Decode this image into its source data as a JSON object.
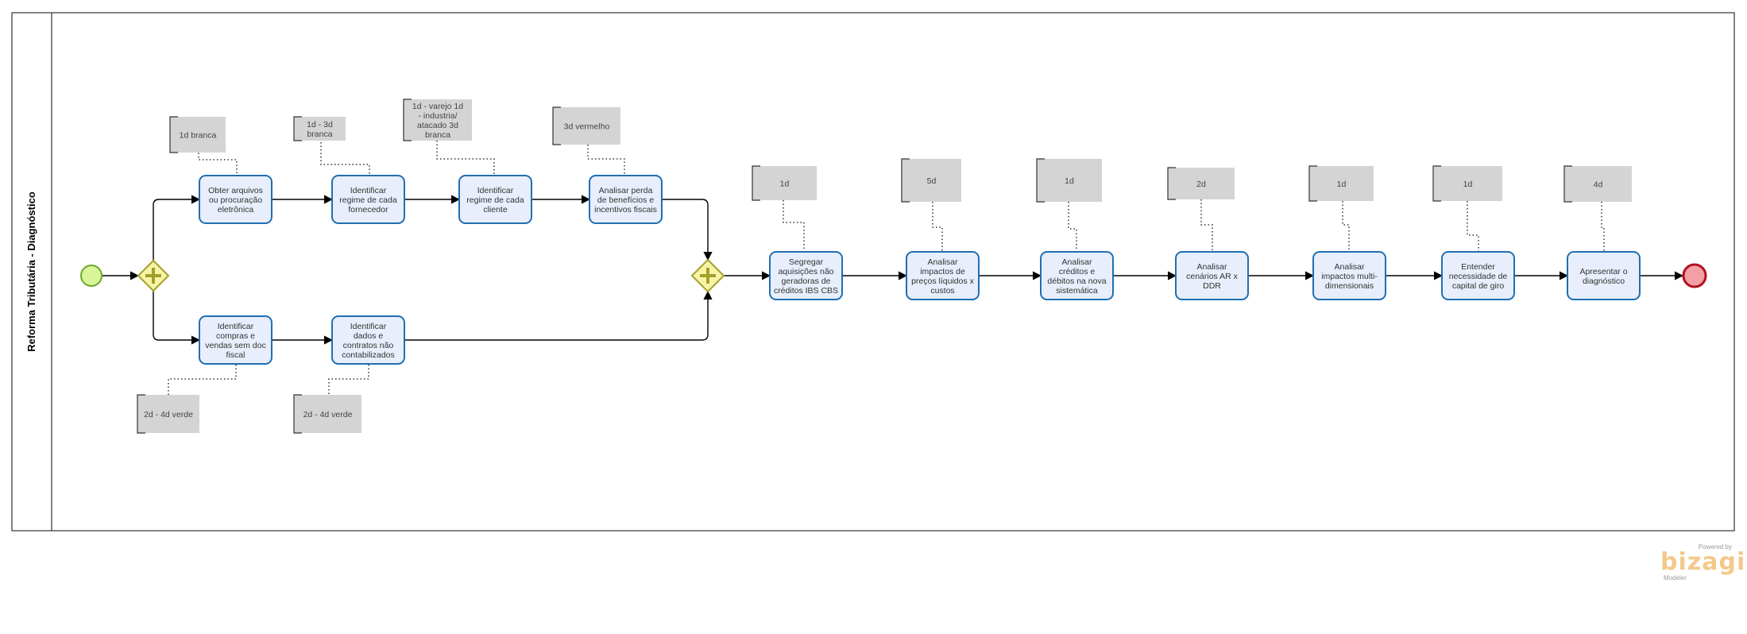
{
  "pool": {
    "label": "Reforma Tributária - Diagnóstico"
  },
  "tasks": [
    {
      "id": "t1",
      "label": [
        "Obter arquivos",
        "ou procuração",
        "eletrônica"
      ]
    },
    {
      "id": "t2",
      "label": [
        "Identificar",
        "regime de cada",
        "fornecedor"
      ]
    },
    {
      "id": "t3",
      "label": [
        "Identificar",
        "regime de cada",
        "cliente"
      ]
    },
    {
      "id": "t4",
      "label": [
        "Analisar perda",
        "de benefícios e",
        "incentivos fiscais"
      ]
    },
    {
      "id": "t5",
      "label": [
        "Identificar",
        "compras e",
        "vendas sem doc",
        "fiscal"
      ]
    },
    {
      "id": "t6",
      "label": [
        "Identificar",
        "dados e",
        "contratos não",
        "contabilizados"
      ]
    },
    {
      "id": "t7",
      "label": [
        "Segregar",
        "aquisições não",
        "geradoras de",
        "créditos IBS CBS"
      ]
    },
    {
      "id": "t8",
      "label": [
        "Analisar",
        "impactos de",
        "preços líquidos x",
        "custos"
      ]
    },
    {
      "id": "t9",
      "label": [
        "Analisar",
        "créditos e",
        "débitos na nova",
        "sistemática"
      ]
    },
    {
      "id": "t10",
      "label": [
        "Analisar",
        "cenários AR x",
        "DDR"
      ]
    },
    {
      "id": "t11",
      "label": [
        "Analisar",
        "impactos multi-",
        "dimensionais"
      ]
    },
    {
      "id": "t12",
      "label": [
        "Entender",
        "necessidade de",
        "capital de giro"
      ]
    },
    {
      "id": "t13",
      "label": [
        "Apresentar o",
        "diagnóstico"
      ]
    }
  ],
  "annotations": [
    {
      "id": "a1",
      "label": [
        "1d branca"
      ]
    },
    {
      "id": "a2",
      "label": [
        "1d - 3d",
        "branca"
      ]
    },
    {
      "id": "a3",
      "label": [
        "1d - varejo 1d",
        "- industria/",
        "atacado 3d",
        "branca"
      ]
    },
    {
      "id": "a4",
      "label": [
        "3d vermelho"
      ]
    },
    {
      "id": "a5",
      "label": [
        "2d - 4d verde"
      ]
    },
    {
      "id": "a6",
      "label": [
        "2d - 4d verde"
      ]
    },
    {
      "id": "a7",
      "label": [
        "1d"
      ]
    },
    {
      "id": "a8",
      "label": [
        "5d"
      ]
    },
    {
      "id": "a9",
      "label": [
        "1d"
      ]
    },
    {
      "id": "a10",
      "label": [
        "2d"
      ]
    },
    {
      "id": "a11",
      "label": [
        "1d"
      ]
    },
    {
      "id": "a12",
      "label": [
        "1d"
      ]
    },
    {
      "id": "a13",
      "label": [
        "4d"
      ]
    }
  ],
  "events": {
    "start": "start-event",
    "end": "end-event"
  },
  "gateways": [
    "parallel-split",
    "parallel-join"
  ],
  "colors": {
    "task_fill": "#e8eefb",
    "task_stroke": "#1f6fb2",
    "start_fill": "#d9f59a",
    "start_stroke": "#6aa82a",
    "end_fill": "#f2a0a6",
    "end_stroke": "#b3101e",
    "gateway_fill": "#f7f4a8",
    "gateway_stroke": "#a1a12a",
    "annotation_fill": "#d4d4d4"
  },
  "branding": {
    "powered": "Powered by",
    "logo": "bizagi",
    "sub": "Modeler"
  }
}
